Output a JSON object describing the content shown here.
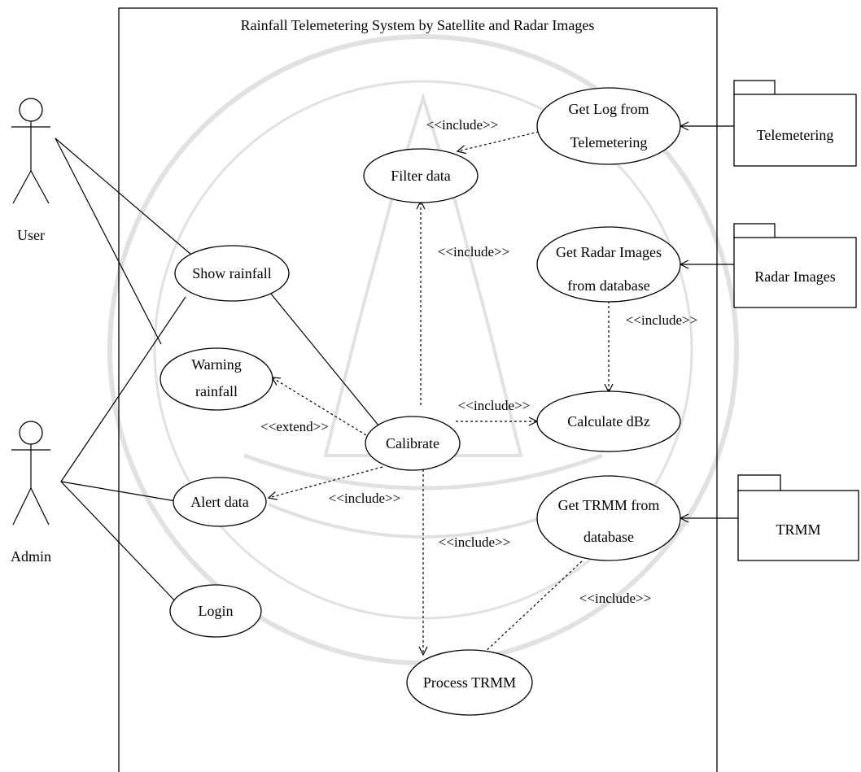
{
  "system_title": "Rainfall Telemetering System by Satellite and Radar Images",
  "actors": {
    "user": "User",
    "admin": "Admin"
  },
  "use_cases": {
    "show_rainfall": "Show rainfall",
    "warning_rainfall_line1": "Warning",
    "warning_rainfall_line2": "rainfall",
    "alert_data": "Alert data",
    "login": "Login",
    "filter_data": "Filter data",
    "calibrate": "Calibrate",
    "calculate_dbz": "Calculate dBz",
    "process_trmm": "Process TRMM",
    "get_log_line1": "Get Log from",
    "get_log_line2": "Telemetering",
    "get_radar_line1": "Get Radar Images",
    "get_radar_line2": "from database",
    "get_trmm_line1": "Get TRMM from",
    "get_trmm_line2": "database"
  },
  "external_systems": {
    "telemetering": "Telemetering",
    "radar_images": "Radar Images",
    "trmm": "TRMM"
  },
  "relationships": {
    "include": "<<include>>",
    "extend": "<<extend>>"
  }
}
